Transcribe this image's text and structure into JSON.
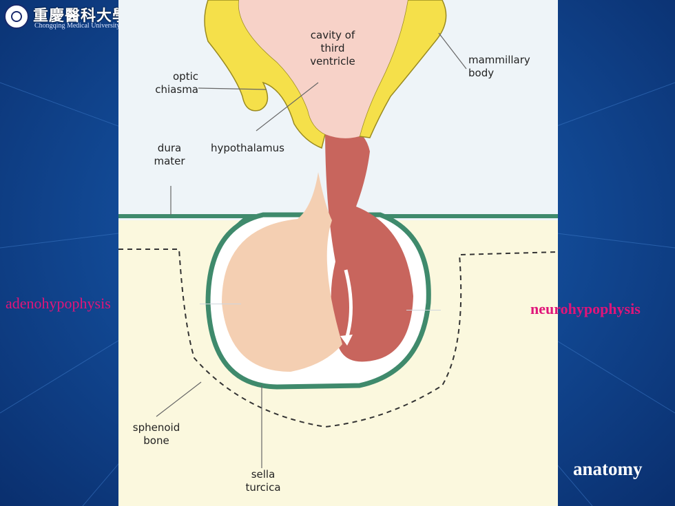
{
  "logo": {
    "name_cn": "重慶醫科大學",
    "name_en": "Chongqing Medical University"
  },
  "diagram": {
    "labels": {
      "cavity": "cavity of\nthird\nventricle",
      "mammillary": "mammillary\nbody",
      "optic": "optic\nchiasma",
      "dura": "dura\nmater",
      "hypothalamus": "hypothalamus",
      "sphenoid": "sphenoid\nbone",
      "sella": "sella\nturcica"
    }
  },
  "side_labels": {
    "left": "adenohypophysis",
    "right": "neurohypophysis"
  },
  "footer": {
    "label": "anatomy"
  },
  "colors": {
    "background": "#124a96",
    "accent_text": "#e0157a",
    "hypothalamus_yellow": "#f5e04a",
    "ventricle_pink": "#f7d2c8",
    "neuro_red": "#c8655d",
    "adeno_peach": "#f4cfb2",
    "capsule_green": "#3f8a6c",
    "bone_cream": "#fbf8de"
  }
}
